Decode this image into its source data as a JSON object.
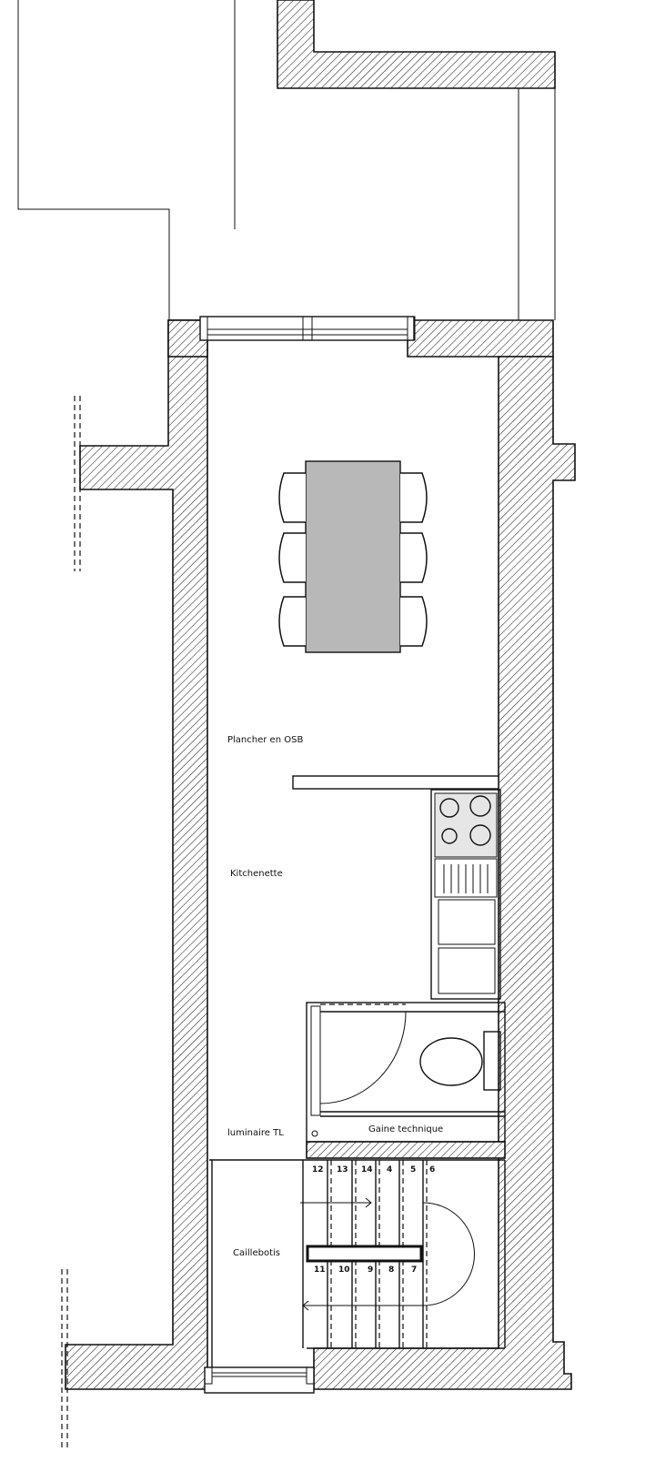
{
  "plan": {
    "rooms": {
      "floor": "Plancher en OSB",
      "kitchen": "Kitchenette",
      "light": "luminaire TL",
      "duct": "Gaine technique",
      "grating": "Caillebotis"
    },
    "stair_steps_top": [
      "12",
      "13",
      "14",
      "4",
      "5",
      "6"
    ],
    "stair_steps_bottom": [
      "11",
      "10",
      "9",
      "8",
      "7"
    ],
    "colors": {
      "line": "#111111",
      "table": "#b8b8b8",
      "paper": "#ffffff"
    }
  }
}
